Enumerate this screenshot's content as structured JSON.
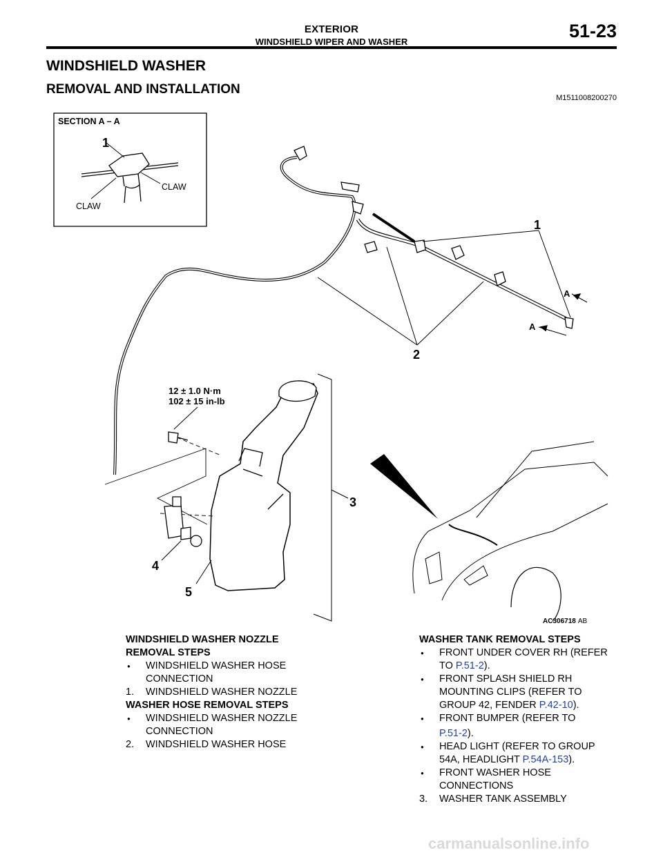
{
  "header": {
    "section": "EXTERIOR",
    "subsection": "WINDSHIELD WIPER AND WASHER",
    "page_number": "51-23"
  },
  "title": "WINDSHIELD WASHER",
  "subtitle": "REMOVAL AND INSTALLATION",
  "doc_id": "M1511008200270",
  "figure": {
    "section_label": "SECTION A – A",
    "claw_label": "CLAW",
    "callouts": [
      "1",
      "2",
      "3",
      "4",
      "5"
    ],
    "section_marker": "A",
    "torque_metric": "12 ± 1.0 N·m",
    "torque_imperial": "102 ± 15 in-lb",
    "code": "AC306718",
    "revision": "AB"
  },
  "left_column": {
    "nozzle_title_1": "WINDSHIELD WASHER NOZZLE",
    "nozzle_title_2": "REMOVAL STEPS",
    "nozzle_bullet_1a": "WINDSHIELD WASHER HOSE",
    "nozzle_bullet_1b": "CONNECTION",
    "nozzle_step_num": "1.",
    "nozzle_step": "WINDSHIELD WASHER NOZZLE",
    "hose_title": "WASHER HOSE REMOVAL STEPS",
    "hose_bullet_1a": "WINDSHIELD WASHER NOZZLE",
    "hose_bullet_1b": "CONNECTION",
    "hose_step_num": "2.",
    "hose_step": "WINDSHIELD WASHER HOSE"
  },
  "right_column": {
    "title": "WASHER TANK REMOVAL STEPS",
    "b1a": "FRONT UNDER COVER RH (REFER",
    "b1b_pre": "TO ",
    "b1b_link": "P.51-2",
    "b1b_post": ").",
    "b2a": "FRONT SPLASH SHIELD RH",
    "b2b": "MOUNTING CLIPS (REFER TO",
    "b2c_pre": "GROUP 42, FENDER ",
    "b2c_link": "P.42-10",
    "b2c_post": ").",
    "b3a": "FRONT BUMPER (REFER TO",
    "b3b_link": "P.51-2",
    "b3b_post": ").",
    "b4a": "HEAD LIGHT (REFER TO GROUP",
    "b4b_pre": "54A, HEADLIGHT ",
    "b4b_link": "P.54A-153",
    "b4b_post": ").",
    "b5a": "FRONT WASHER HOSE",
    "b5b": "CONNECTIONS",
    "step_num": "3.",
    "step": "WASHER TANK ASSEMBLY"
  },
  "watermark": "carmanualsonline.info"
}
